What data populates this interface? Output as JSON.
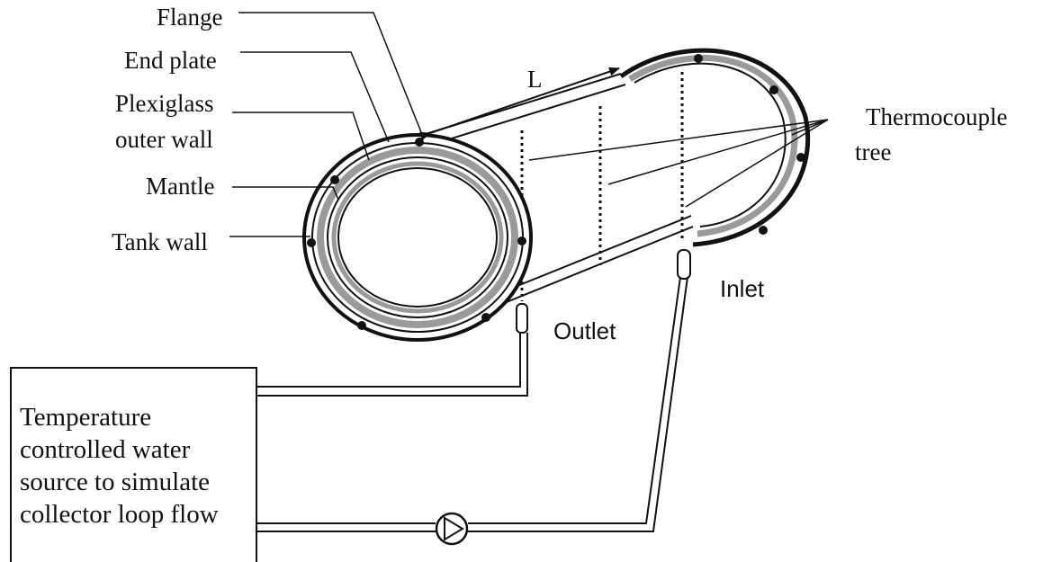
{
  "labels": {
    "flange": "Flange",
    "end_plate": "End plate",
    "plexiglass_line1": "Plexiglass",
    "plexiglass_line2": "outer wall",
    "mantle": "Mantle",
    "tank_wall": "Tank wall",
    "length": "L",
    "thermocouple_line1": "Thermocouple",
    "thermocouple_line2": "tree",
    "inlet": "Inlet",
    "outlet": "Outlet"
  },
  "source_box": {
    "lines": [
      "Temperature",
      "controlled water",
      "source to simulate",
      "collector loop flow"
    ]
  },
  "colors": {
    "line": "#111111",
    "mantle_fill": "#9a9a9a"
  },
  "icons": {
    "pump": "pump-icon",
    "thermocouple": "thermocouple-dot"
  }
}
